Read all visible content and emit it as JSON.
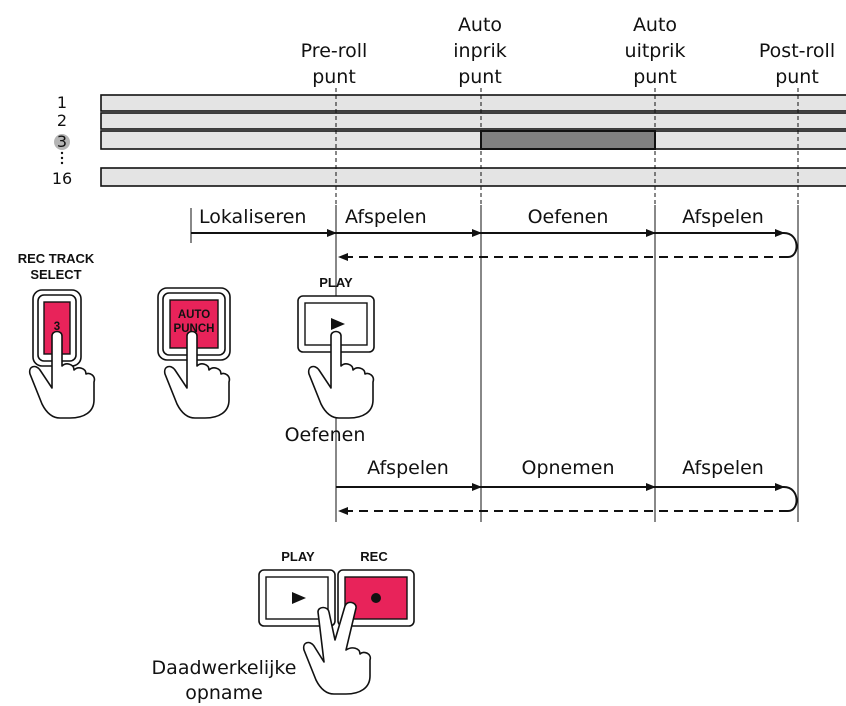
{
  "markers": {
    "preroll": [
      "Pre-roll",
      "punt"
    ],
    "punch_in": [
      "Auto",
      "inprik",
      "punt"
    ],
    "punch_out": [
      "Auto",
      "uitprik",
      "punt"
    ],
    "postroll": [
      "Post-roll",
      "punt"
    ]
  },
  "tracks": {
    "labels": [
      "1",
      "2",
      "3",
      "16"
    ],
    "selected": "3"
  },
  "rehearsal": {
    "locate": "Lokaliseren",
    "play1": "Afspelen",
    "rehearse": "Oefenen",
    "play2": "Afspelen",
    "caption": "Oefenen"
  },
  "recording": {
    "play1": "Afspelen",
    "record": "Opnemen",
    "play2": "Afspelen",
    "caption": [
      "Daadwerkelijke",
      "opname"
    ]
  },
  "keys": {
    "rec_track_select": [
      "REC TRACK",
      "SELECT"
    ],
    "track_key": "3",
    "auto_punch": [
      "AUTO",
      "PUNCH"
    ],
    "play": "PLAY",
    "play_bottom": "PLAY",
    "rec": "REC"
  },
  "colors": {
    "track_fill": "#e4e4e4",
    "punch_region": "#808080",
    "key_accent": "#e8235a"
  }
}
